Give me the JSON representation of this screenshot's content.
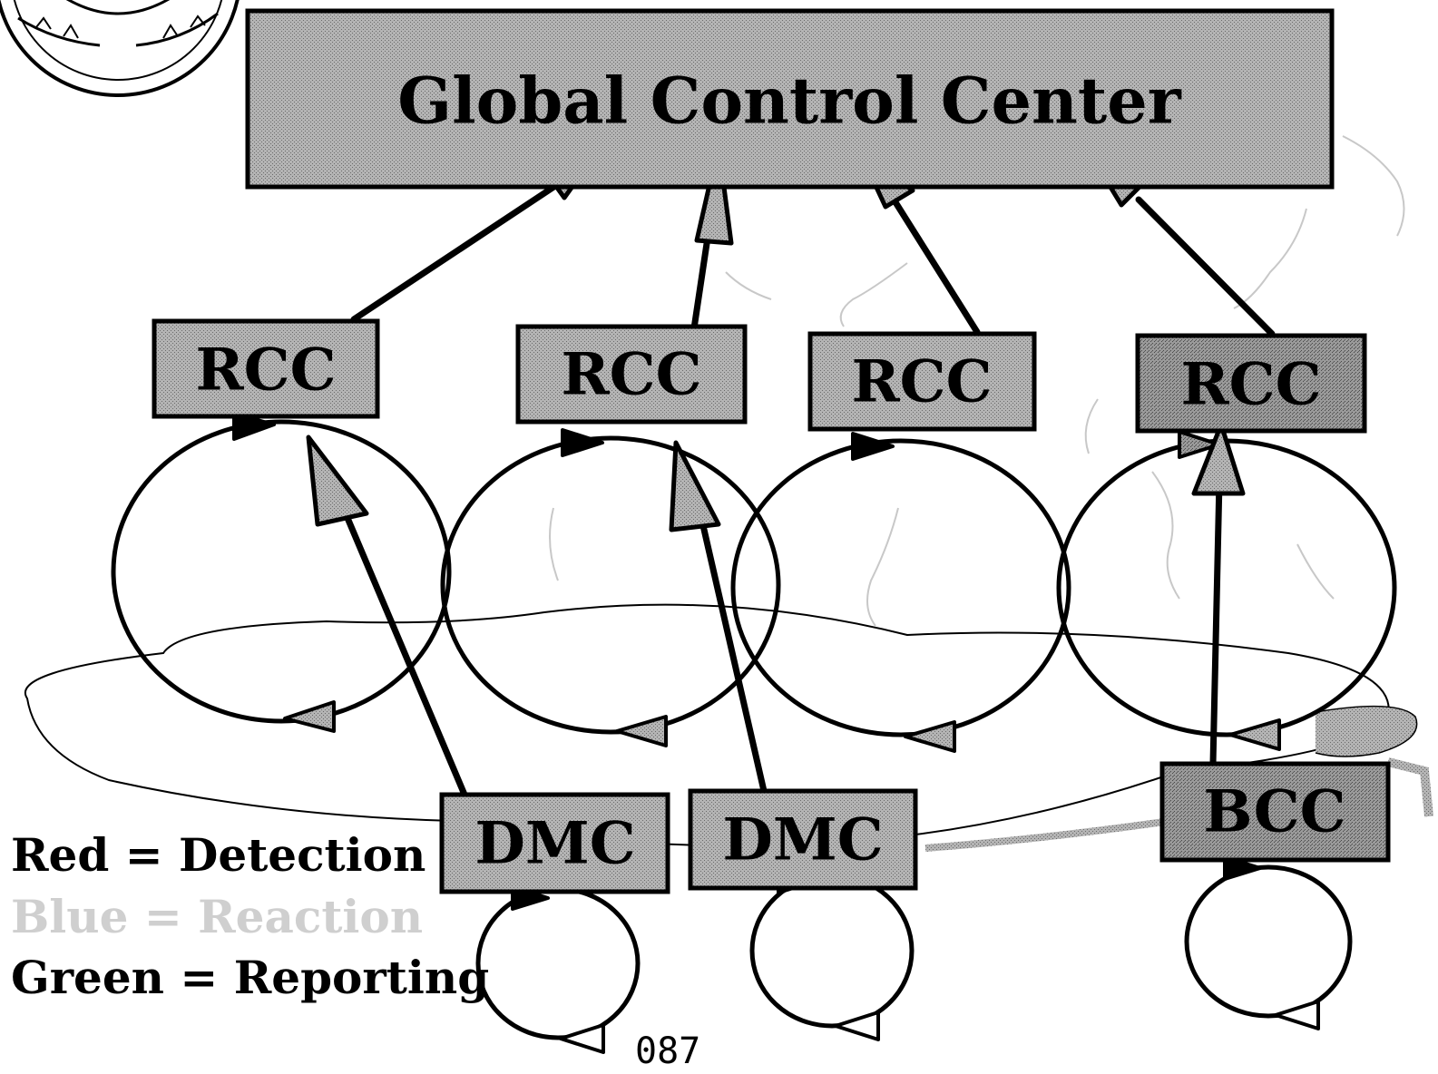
{
  "title": "Global Control Center",
  "nodes": {
    "rcc": [
      "RCC",
      "RCC",
      "RCC",
      "RCC"
    ],
    "dmc": [
      "DMC",
      "DMC"
    ],
    "bcc": "BCC"
  },
  "legend": [
    {
      "label": "Red = Detection",
      "color": "#000000"
    },
    {
      "label": "Blue = Reaction",
      "color": "#cfcfcf"
    },
    {
      "label": "Green = Reporting",
      "color": "#000000"
    }
  ],
  "page_number": "087",
  "colors": {
    "box_fill": "#a6a6a6",
    "stroke": "#000000",
    "background": "#ffffff"
  }
}
